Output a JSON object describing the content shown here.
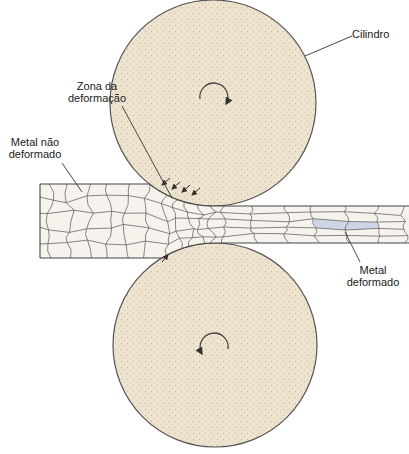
{
  "diagram": {
    "labels": [
      "Cilindro",
      "Zona da deformação",
      "Metal não deformado",
      "Metal deformado"
    ]
  }
}
